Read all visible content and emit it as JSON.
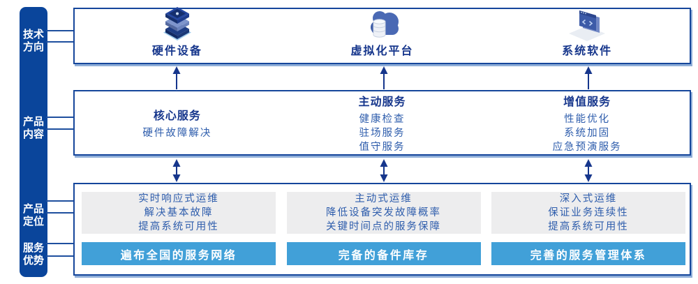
{
  "colors": {
    "sidebar_bg": "#0A459B",
    "box_border": "#15469B",
    "box_shadow": "#8FAED8",
    "heading_text": "#16368C",
    "body_text": "#2E5DAC",
    "panel_bg": "#EDEDEE",
    "bar_bg": "#41A0D8",
    "bar_text": "#FFFFFF",
    "arrow": "#16368C"
  },
  "sidebar": {
    "items": [
      {
        "line1": "技术",
        "line2": "方向"
      },
      {
        "line1": "产品",
        "line2": "内容"
      },
      {
        "line1": "产品",
        "line2": "定位"
      },
      {
        "line1": "服务",
        "line2": "优势"
      }
    ]
  },
  "tech_row": {
    "items": [
      {
        "icon": "server-stack-icon",
        "label": "硬件设备"
      },
      {
        "icon": "cloud-database-icon",
        "label": "虚拟化平台"
      },
      {
        "icon": "code-window-icon",
        "label": "系统软件"
      }
    ]
  },
  "content_row": {
    "columns": [
      {
        "heading": "核心服务",
        "items": [
          "硬件故障解决"
        ]
      },
      {
        "heading": "主动服务",
        "items": [
          "健康检查",
          "驻场服务",
          "值守服务"
        ]
      },
      {
        "heading": "增值服务",
        "items": [
          "性能优化",
          "系统加固",
          "应急预演服务"
        ]
      }
    ]
  },
  "position_row": {
    "panels": [
      {
        "lines": [
          "实时响应式运维",
          "解决基本故障",
          "提高系统可用性"
        ],
        "bar": "遍布全国的服务网络"
      },
      {
        "lines": [
          "主动式运维",
          "降低设备突发故障概率",
          "关键时间点的服务保障"
        ],
        "bar": "完备的备件库存"
      },
      {
        "lines": [
          "深入式运维",
          "保证业务连续性",
          "提高系统可用性"
        ],
        "bar": "完善的服务管理体系"
      }
    ]
  }
}
